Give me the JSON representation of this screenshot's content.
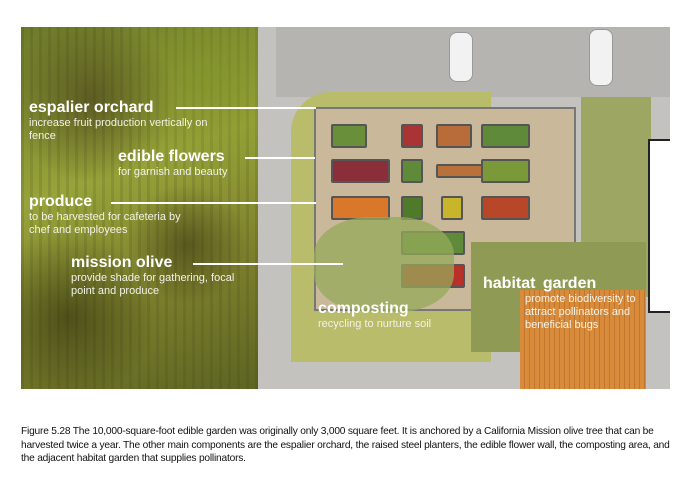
{
  "figure": {
    "labels": [
      {
        "title": "espalier orchard",
        "desc": "increase fruit production vertically on fence"
      },
      {
        "title": "edible flowers",
        "desc": "for garnish and beauty"
      },
      {
        "title": "produce",
        "desc": "to be harvested for cafeteria by chef and employees"
      },
      {
        "title": "mission olive",
        "desc": "provide shade for gathering, focal point and produce"
      },
      {
        "title": "composting",
        "desc": "recycling to nurture soil"
      },
      {
        "title": "habitat garden",
        "desc": "promote biodiversity to attract pollinators and beneficial bugs"
      }
    ]
  },
  "caption": "Figure 5.28  The 10,000-square-foot edible garden was originally only 3,000 square feet. It is anchored by a California Mission olive tree that can be harvested twice a year. The other main components are the espalier orchard, the raised steel planters, the edible flower wall, the composting area, and the adjacent habitat garden that supplies pollinators."
}
